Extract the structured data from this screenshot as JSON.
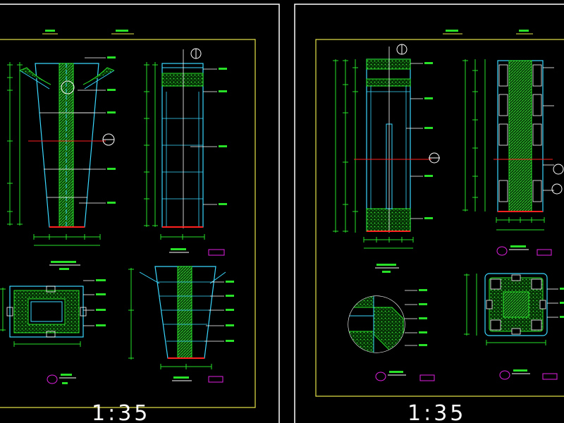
{
  "colors": {
    "background": "#000000",
    "frame": "#ffffff",
    "sheet_border": "#e6e64a",
    "cyan": "#3ad8ff",
    "green": "#28e028",
    "hatch": "#2a9a2a",
    "white": "#ffffff",
    "red": "#ff2020",
    "magenta": "#e020e0",
    "yellow": "#e6e64a"
  },
  "sheets": [
    {
      "id": "left",
      "scale_label": "1:35"
    },
    {
      "id": "right",
      "scale_label": "1:35"
    }
  ]
}
